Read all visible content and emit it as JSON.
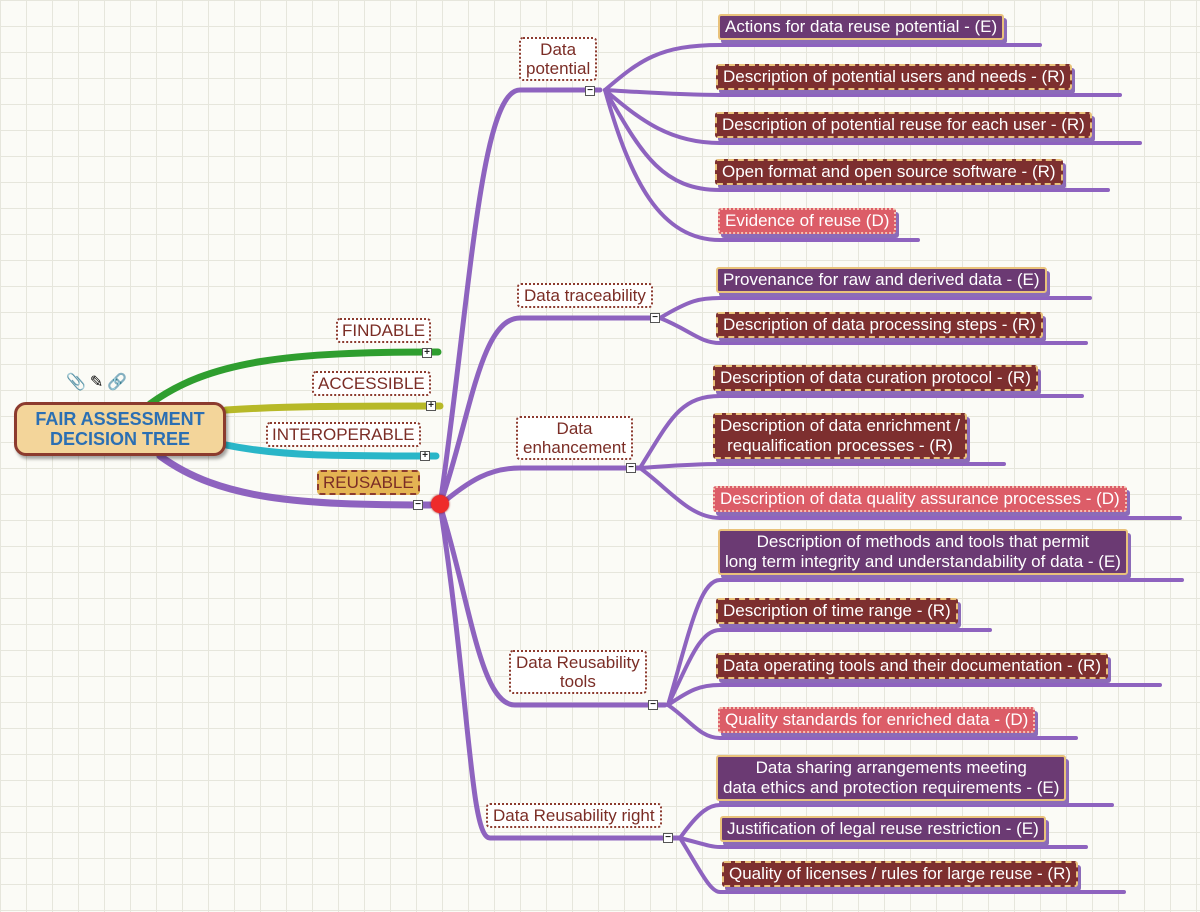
{
  "root": {
    "line1": "FAIR ASSESSMENT",
    "line2": "DECISION TREE"
  },
  "root_icons": [
    "paperclip-icon",
    "edit-note-icon",
    "link-icon"
  ],
  "categories": {
    "findable": "FINDABLE",
    "accessible": "ACCESSIBLE",
    "interoperable": "INTEROPERABLE",
    "reusable": "REUSABLE"
  },
  "subtopics": {
    "potential": {
      "line1": "Data",
      "line2": "potential"
    },
    "traceability": "Data traceability",
    "enhancement": {
      "line1": "Data",
      "line2": "enhancement"
    },
    "tools": {
      "line1": "Data Reusability",
      "line2": "tools"
    },
    "right": "Data Reusability right"
  },
  "leaves": {
    "p1": "Actions for data reuse potential - (E)",
    "p2": "Description of potential users and needs - (R)",
    "p3": "Description of potential reuse for each user - (R)",
    "p4": "Open format and open source software - (R)",
    "p5": "Evidence of reuse (D)",
    "t1": "Provenance for raw and derived data - (E)",
    "t2": "Description of data processing steps - (R)",
    "e1": "Description of data curation protocol - (R)",
    "e2": {
      "line1": "Description of data enrichment /",
      "line2": "requalification processes - (R)"
    },
    "e3": "Description of data quality assurance processes - (D)",
    "u1": {
      "line1": "Description of methods and tools that permit",
      "line2": "long term integrity and understandability of data - (E)"
    },
    "u2": "Description of time range - (R)",
    "u3": "Data operating tools and their documentation - (R)",
    "u4": "Quality standards for enriched data - (D)",
    "r1": {
      "line1": "Data sharing arrangements meeting",
      "line2": "data ethics and protection requirements - (E)"
    },
    "r2": "Justification of legal reuse restriction - (E)",
    "r3": "Quality of licenses / rules for large reuse - (R)"
  },
  "toggles": {
    "expand": "+",
    "collapse": "−"
  },
  "colors": {
    "findable_branch": "#2f9e2f",
    "accessible_branch": "#b7b928",
    "interoperable_branch": "#2ab6c8",
    "reusable_branch": "#8e63bf",
    "essential": "#6b3a73",
    "recommended": "#7d2f2f",
    "desirable": "#dc5d68"
  }
}
